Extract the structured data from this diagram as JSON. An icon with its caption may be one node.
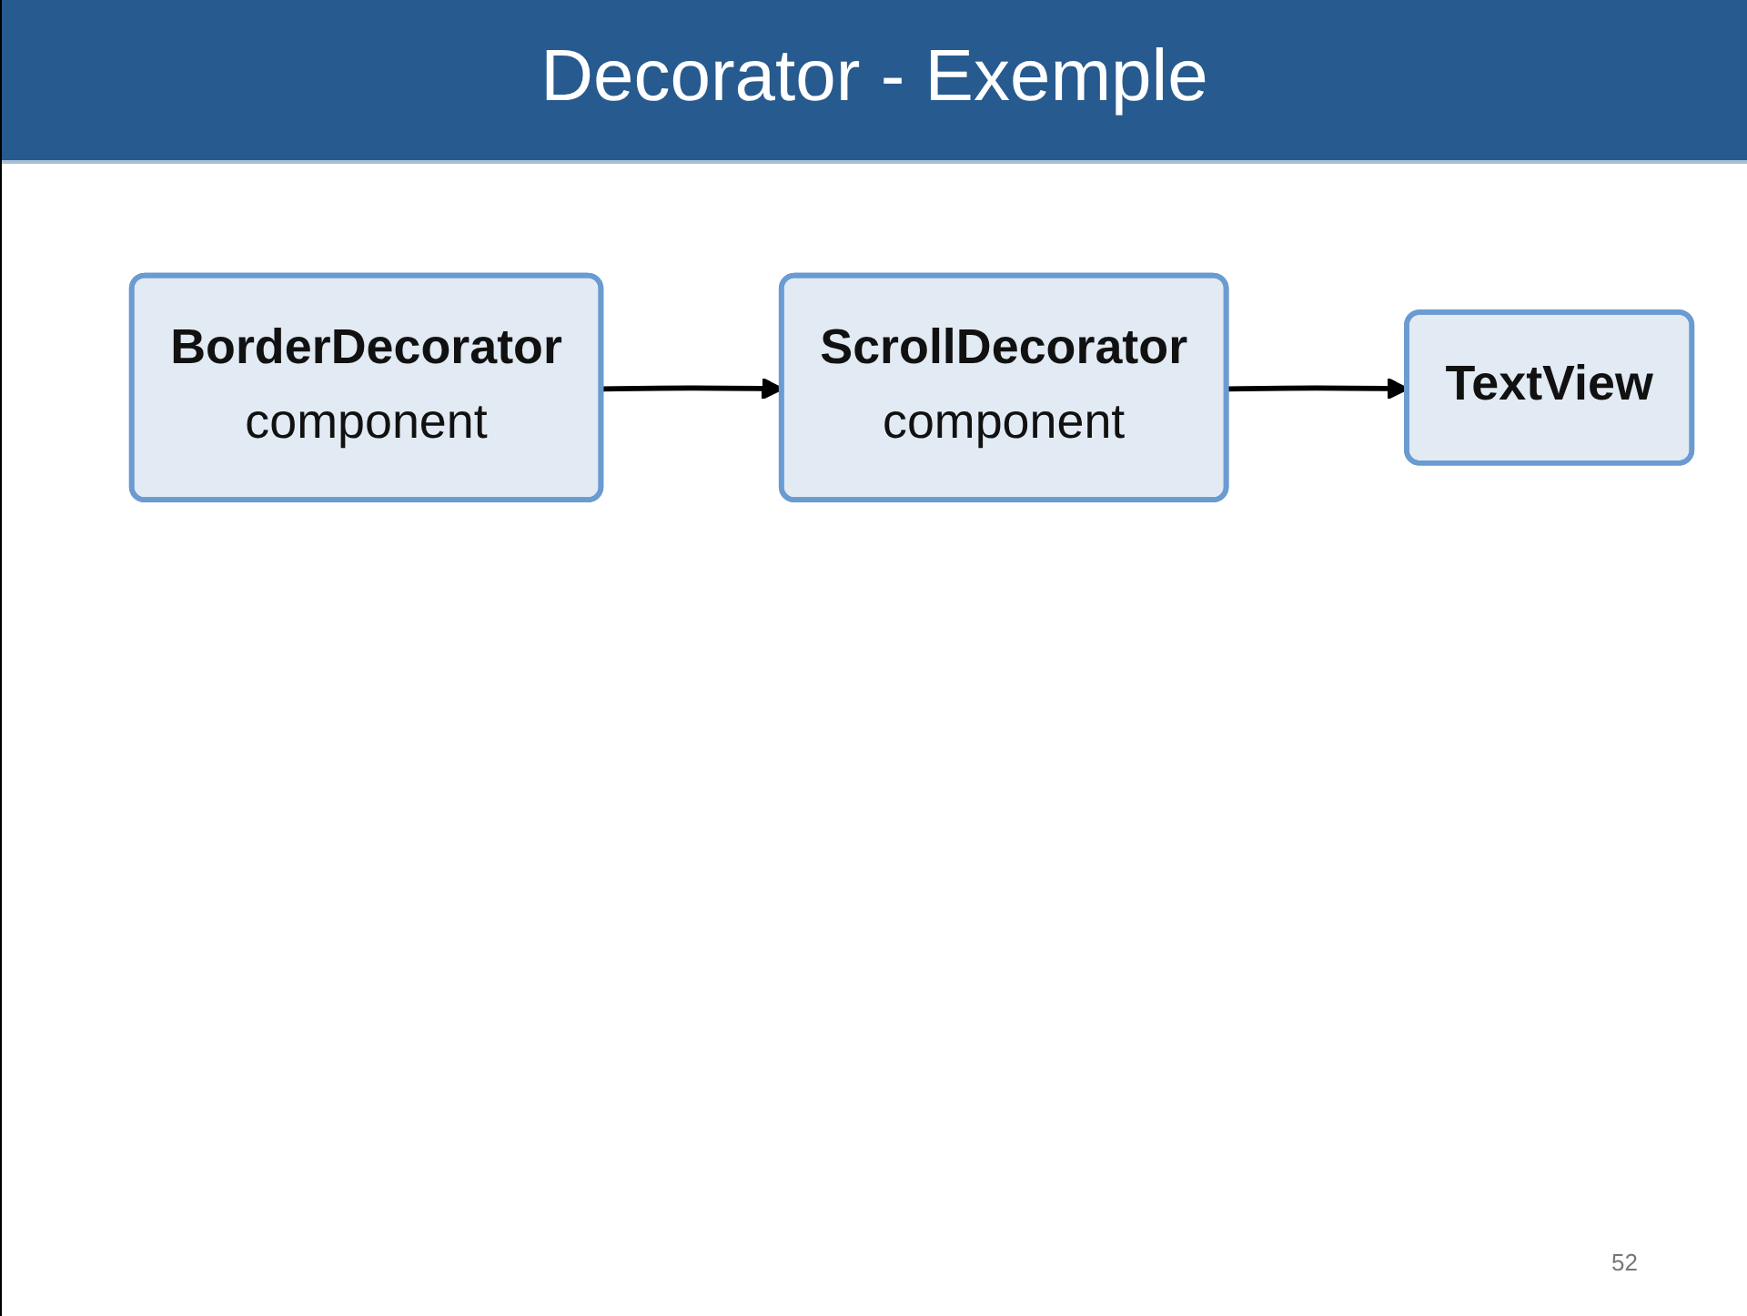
{
  "diagram": {
    "title": "Decorator - Exemple",
    "nodes": [
      {
        "text": [
          "BorderDecorator",
          "component"
        ]
      },
      {
        "text": [
          "ScrollDecorator",
          "component"
        ]
      },
      {
        "text": [
          "TextView"
        ]
      }
    ],
    "edges": [
      {
        "from": 0,
        "to": 1,
        "arrow": "to"
      },
      {
        "from": 1,
        "to": 2,
        "arrow": "to"
      }
    ],
    "labels": [
      "52"
    ]
  }
}
